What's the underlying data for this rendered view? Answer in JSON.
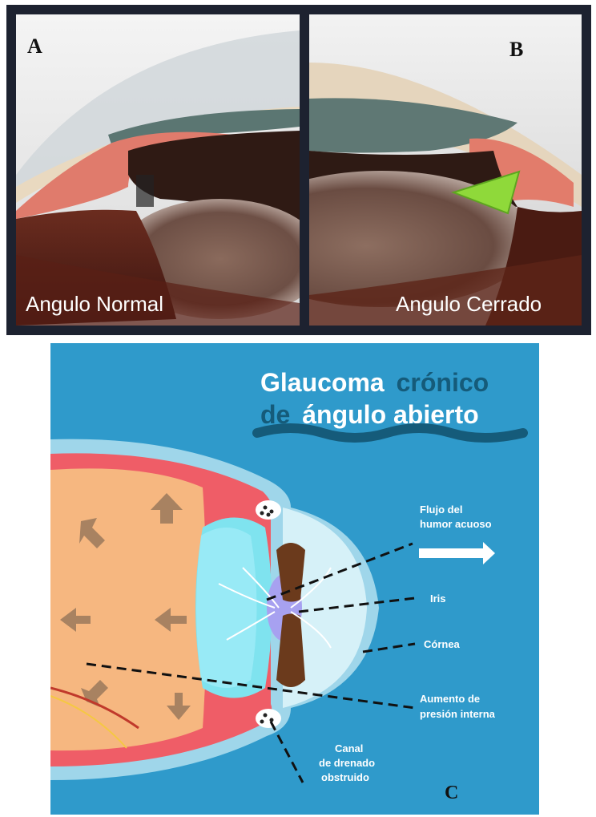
{
  "figure": {
    "panel_a": {
      "letter": "A",
      "caption": "Angulo Normal"
    },
    "panel_b": {
      "letter": "B",
      "caption": "Angulo Cerrado"
    },
    "panel_c": {
      "letter": "C",
      "title_part1": "Glaucoma",
      "title_part2": "crónico",
      "title_part3": "de",
      "title_part4": "ángulo abierto",
      "labels": {
        "flow_line1": "Flujo del",
        "flow_line2": "humor acuoso",
        "iris": "Iris",
        "cornea": "Córnea",
        "pressure_line1": "Aumento de",
        "pressure_line2": "presión interna",
        "canal_line1": "Canal",
        "canal_line2": "de drenado",
        "canal_line3": "obstruido"
      }
    }
  },
  "colors": {
    "frame": "#1d2230",
    "panel_c_bg": "#2f9acb",
    "title_white": "#ffffff",
    "title_dark": "#155b7a",
    "eye_interior": "#f6b780",
    "eye_red": "#ef5d67",
    "lens": "#7fe3ef",
    "iris": "#6b3a1c",
    "pupil": "#a7a1f0",
    "arrow_arrowhead_green": "#8fd93a",
    "pressure_arrow": "#a88261"
  }
}
